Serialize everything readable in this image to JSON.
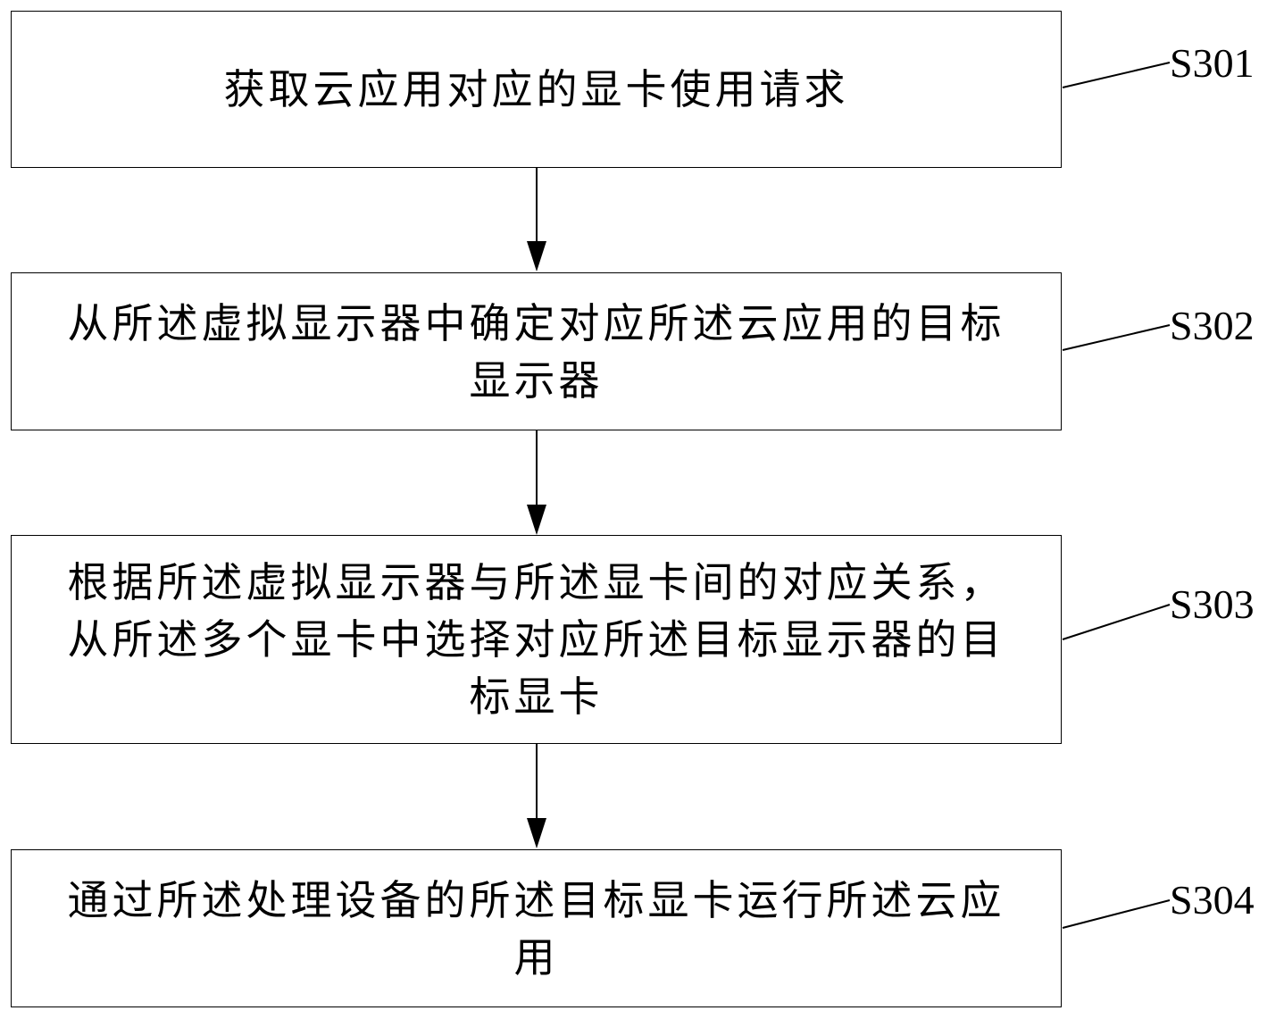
{
  "steps": [
    {
      "id": "S301",
      "text": "获取云应用对应的显卡使用请求"
    },
    {
      "id": "S302",
      "text": "从所述虚拟显示器中确定对应所述云应用的目标显示器"
    },
    {
      "id": "S303",
      "text": "根据所述虚拟显示器与所述显卡间的对应关系，从所述多个显卡中选择对应所述目标显示器的目标显卡"
    },
    {
      "id": "S304",
      "text": "通过所述处理设备的所述目标显卡运行所述云应用"
    }
  ]
}
